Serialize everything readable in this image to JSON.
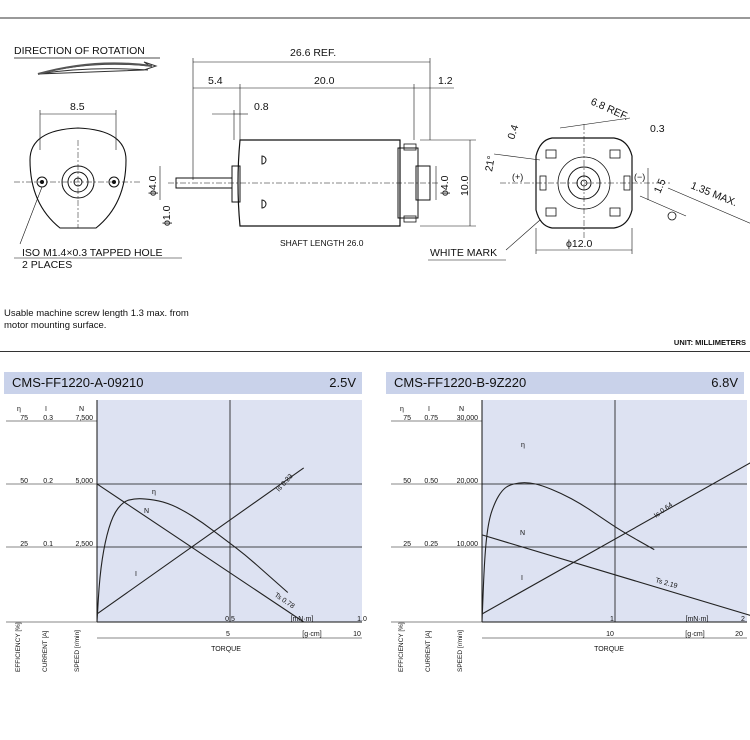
{
  "drawing": {
    "direction_of_rotation": "DIRECTION OF ROTATION",
    "dim_8_5": "8.5",
    "dim_26_6": "26.6 REF.",
    "dim_5_4": "5.4",
    "dim_20_0": "20.0",
    "dim_1_2": "1.2",
    "dim_0_8": "0.8",
    "dim_phi4_shaft_side": "ϕ4.0",
    "dim_phi1_0": "ϕ1.0",
    "dim_phi4_0": "ϕ4.0",
    "dim_10_0": "10.0",
    "shaft_length": "SHAFT LENGTH 26.0",
    "tapped_hole_1": "ISO M1.4×0.3 TAPPED HOLE",
    "tapped_hole_2": "2 PLACES",
    "white_mark": "WHITE MARK",
    "dim_6_8": "6.8 REF.",
    "dim_0_4": "0.4",
    "dim_0_3": "0.3",
    "dim_21deg": "21°",
    "plus": "(+)",
    "minus": "(−)",
    "dim_1_5": "1.5",
    "dim_1_35": "1.35 MAX.",
    "dim_phi12": "ϕ12.0"
  },
  "note_line1": "Usable machine screw length 1.3 max. from",
  "note_line2": "motor mounting surface.",
  "unit_label": "UNIT: MILLIMETERS",
  "charts": [
    {
      "model": "CMS-FF1220-A-09210",
      "voltage": "2.5V",
      "col_heads": [
        "η",
        "I",
        "N"
      ],
      "ticks_eff": [
        "75",
        "50",
        "25"
      ],
      "ticks_cur": [
        "0.3",
        "0.2",
        "0.1"
      ],
      "ticks_speed": [
        "7,500",
        "5,000",
        "2,500"
      ],
      "x_top_ticks": [
        "0.5",
        "1.0"
      ],
      "x_top_unit": "[mN·m]",
      "x_bot_ticks": [
        "5",
        "10"
      ],
      "x_bot_unit": "[g·cm]",
      "xlabel": "TORQUE",
      "ylabel_eff": "EFFICIENCY [%]",
      "ylabel_cur": "CURRENT [A]",
      "ylabel_speed": "SPEED [r/min]",
      "curve_labels": {
        "eta": "η",
        "n": "N",
        "i": "I",
        "is": "Is 0.23",
        "ts": "Ts 0.78"
      }
    },
    {
      "model": "CMS-FF1220-B-9Z220",
      "voltage": "6.8V",
      "col_heads": [
        "η",
        "I",
        "N"
      ],
      "ticks_eff": [
        "75",
        "50",
        "25"
      ],
      "ticks_cur": [
        "0.75",
        "0.50",
        "0.25"
      ],
      "ticks_speed": [
        "30,000",
        "20,000",
        "10,000"
      ],
      "x_top_ticks": [
        "1",
        "2"
      ],
      "x_top_unit": "[mN·m]",
      "x_bot_ticks": [
        "10",
        "20"
      ],
      "x_bot_unit": "[g·cm]",
      "xlabel": "TORQUE",
      "ylabel_eff": "EFFICIENCY [%]",
      "ylabel_cur": "CURRENT [A]",
      "ylabel_speed": "SPEED [r/min]",
      "curve_labels": {
        "eta": "η",
        "n": "N",
        "i": "I",
        "is": "Is 0.64",
        "ts": "Ts 2.19"
      }
    }
  ],
  "chart_data": [
    {
      "type": "line",
      "x_unit": "mN·m",
      "xlim": [
        0,
        1.0
      ],
      "series": [
        {
          "name": "N",
          "x": [
            0,
            0.78
          ],
          "y": [
            5150,
            0
          ]
        },
        {
          "name": "I",
          "x": [
            0,
            0.78
          ],
          "y": [
            0.012,
            0.23
          ]
        },
        {
          "name": "η",
          "x": [
            0,
            0.01,
            0.03,
            0.06,
            0.1,
            0.14,
            0.18,
            0.25,
            0.32,
            0.4,
            0.48,
            0.56,
            0.64,
            0.72
          ],
          "y": [
            0,
            17,
            30,
            40,
            45,
            46,
            46,
            45,
            42,
            37,
            31,
            25,
            18,
            11
          ]
        }
      ],
      "annotations": [
        "Is 0.23",
        "Ts 0.78"
      ]
    },
    {
      "type": "line",
      "x_unit": "mN·m",
      "xlim": [
        0,
        2.0
      ],
      "series": [
        {
          "name": "N",
          "x": [
            0,
            2.19
          ],
          "y": [
            13000,
            0
          ]
        },
        {
          "name": "I",
          "x": [
            0,
            2.19
          ],
          "y": [
            0.03,
            0.64
          ]
        },
        {
          "name": "η",
          "x": [
            0,
            0.02,
            0.05,
            0.1,
            0.15,
            0.2,
            0.28,
            0.36,
            0.45,
            0.6,
            0.75,
            0.9,
            1.05,
            1.3
          ],
          "y": [
            0,
            25,
            38,
            45,
            49,
            51,
            52,
            52,
            51,
            48,
            44,
            39,
            34,
            27
          ]
        }
      ],
      "annotations": [
        "Is 0.64",
        "Ts 2.19"
      ]
    }
  ]
}
